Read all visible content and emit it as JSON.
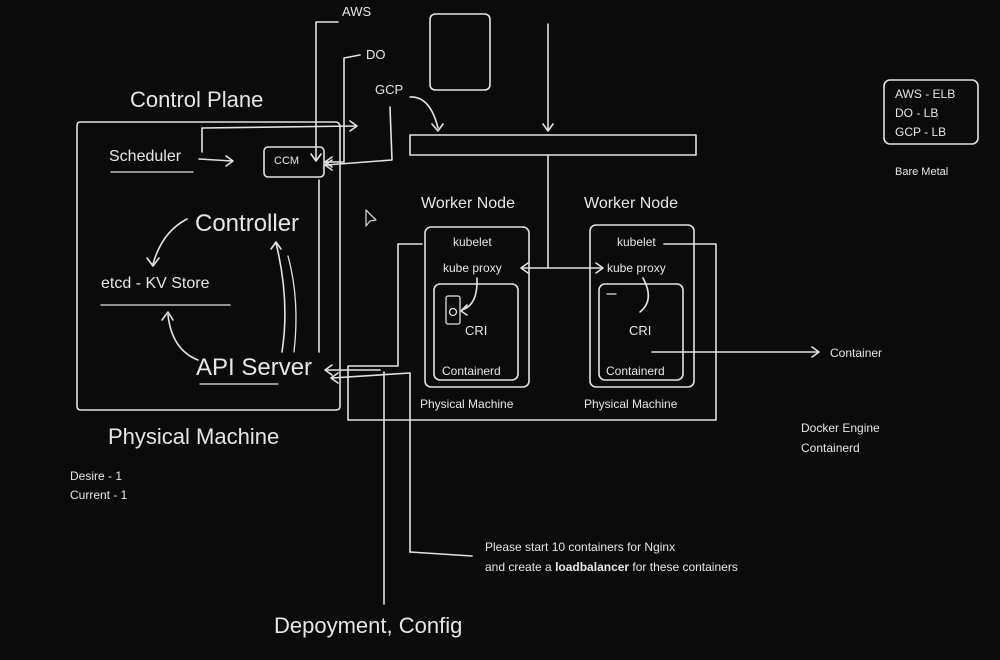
{
  "providers": {
    "aws": "AWS",
    "do": "DO",
    "gcp": "GCP"
  },
  "control_plane": {
    "title": "Control Plane",
    "scheduler": "Scheduler",
    "ccm": "CCM",
    "controller": "Controller",
    "etcd": "etcd - KV Store",
    "api_server": "API Server",
    "footer": "Physical Machine"
  },
  "worker_nodes": [
    {
      "title": "Worker Node",
      "kubelet": "kubelet",
      "kube_proxy": "kube proxy",
      "cri": "CRI",
      "containerd": "Containerd",
      "footer": "Physical Machine"
    },
    {
      "title": "Worker Node",
      "kubelet": "kubelet",
      "kube_proxy": "kube proxy",
      "cri": "CRI",
      "containerd": "Containerd",
      "footer": "Physical Machine"
    }
  ],
  "lb_legend": [
    "AWS - ELB",
    "DO - LB",
    "GCP - LB"
  ],
  "bare_metal": "Bare Metal",
  "container_label": "Container",
  "runtimes": [
    "Docker Engine",
    "Containerd"
  ],
  "state": {
    "desire": "Desire - 1",
    "current": "Current - 1"
  },
  "request": {
    "line1": "Please start 10 containers for Nginx",
    "line2_before": "and create a ",
    "line2_bold": "loadbalancer",
    "line2_after": " for these containers"
  },
  "deployment": "Depoyment, Config"
}
